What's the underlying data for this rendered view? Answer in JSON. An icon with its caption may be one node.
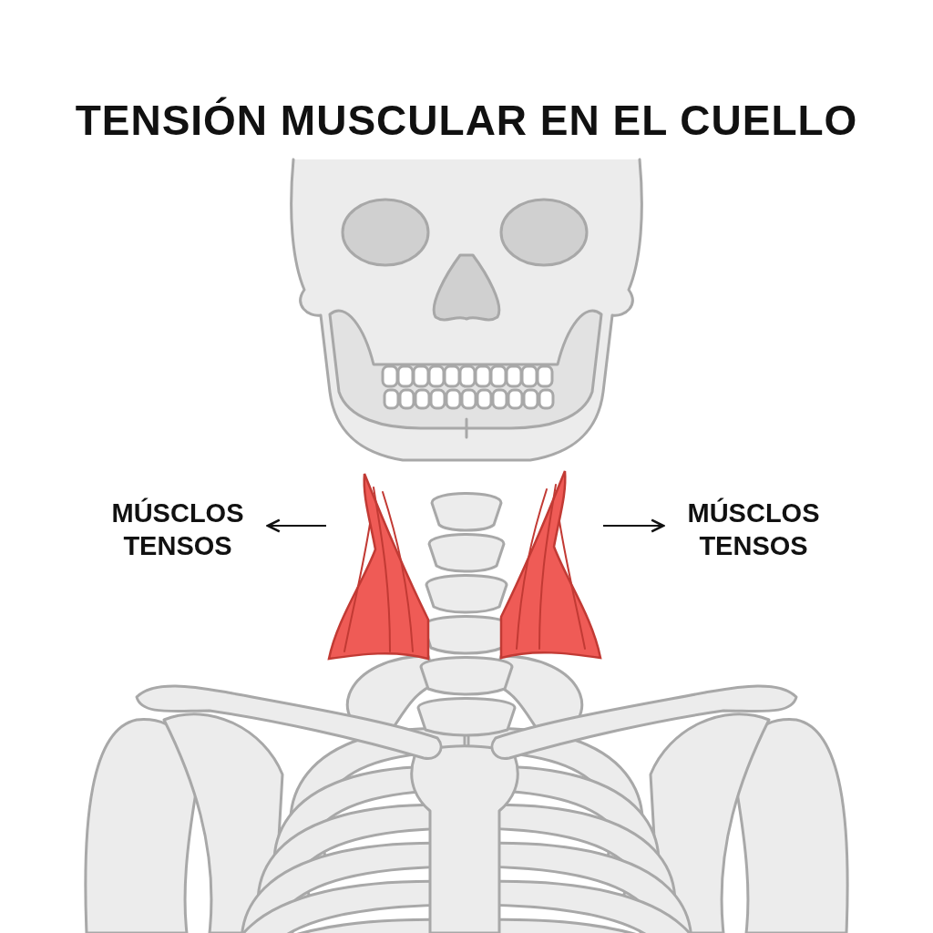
{
  "diagram": {
    "title": "TENSIÓN MUSCULAR EN EL CUELLO",
    "nodes": [
      {
        "text": [
          "MÚSCLOS TENSOS"
        ]
      },
      {
        "text": [],
        "shape": "picture"
      },
      {
        "text": [],
        "shape": "picture"
      },
      {
        "text": [
          "MÚSCLOS TENSOS"
        ]
      }
    ],
    "edges": [
      {
        "from": 1,
        "to": 0,
        "arrow": "to"
      },
      {
        "from": 2,
        "to": 3,
        "arrow": "to"
      }
    ]
  }
}
